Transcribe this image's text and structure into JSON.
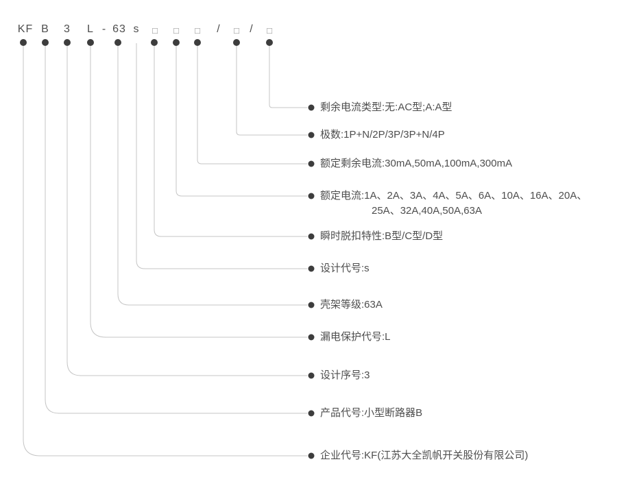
{
  "colors": {
    "background": "#ffffff",
    "text": "#4e4e4e",
    "connector_line": "#c4c4c4",
    "dot": "#3d3d3d",
    "placeholder_box": "#8c8c8c"
  },
  "model_code": {
    "segments": [
      "KF",
      "B",
      "3",
      "L",
      "-",
      "63",
      "s",
      "□",
      "□",
      "□",
      "/",
      "□",
      "/",
      "□"
    ]
  },
  "labels": [
    {
      "text": "剩余电流类型:无:AC型;A:A型"
    },
    {
      "text": "极数:1P+N/2P/3P/3P+N/4P"
    },
    {
      "text": "额定剩余电流:30mA,50mA,100mA,300mA"
    },
    {
      "text": "额定电流:1A、2A、3A、4A、5A、6A、10A、16A、20A、",
      "text2": "25A、32A,40A,50A,63A"
    },
    {
      "text": "瞬时脱扣特性:B型/C型/D型"
    },
    {
      "text": "设计代号:s"
    },
    {
      "text": "壳架等级:63A"
    },
    {
      "text": "漏电保护代号:L"
    },
    {
      "text": "设计序号:3"
    },
    {
      "text": "产品代号:小型断路器B"
    },
    {
      "text": "企业代号:KF(江苏大全凯帆开关股份有限公司)"
    }
  ]
}
